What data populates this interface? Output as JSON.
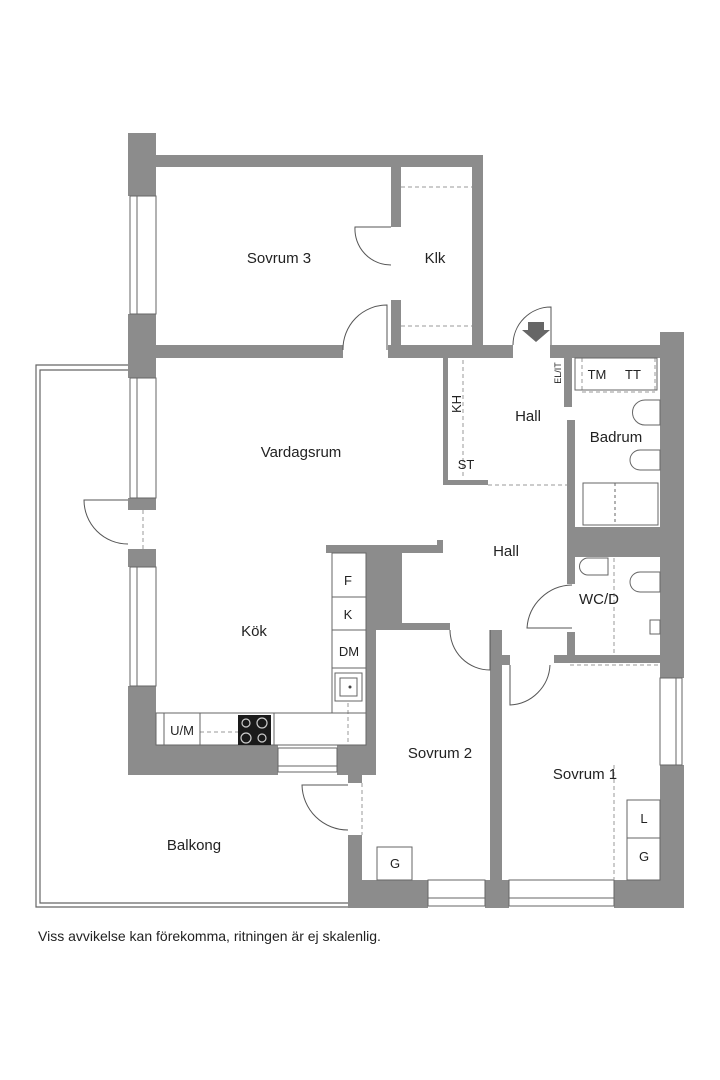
{
  "rooms": {
    "sovrum3": "Sovrum 3",
    "klk": "Klk",
    "vardagsrum": "Vardagsrum",
    "hall_upper": "Hall",
    "hall_lower": "Hall",
    "badrum": "Badrum",
    "wc": "WC/D",
    "kok": "Kök",
    "sovrum2": "Sovrum 2",
    "sovrum1": "Sovrum 1",
    "balkong": "Balkong"
  },
  "fixtures": {
    "kh": "KH",
    "st": "ST",
    "el_it": "EL/IT",
    "tm": "TM",
    "tt": "TT",
    "f": "F",
    "k": "K",
    "dm": "DM",
    "um": "U/M",
    "g_sovrum2": "G",
    "l_sovrum1": "L",
    "g_sovrum1": "G"
  },
  "colors": {
    "wall": "#8c8c8c",
    "line": "#555555",
    "dash": "#999999"
  },
  "disclaimer": "Viss avvikelse kan förekomma, ritningen är ej skalenlig."
}
